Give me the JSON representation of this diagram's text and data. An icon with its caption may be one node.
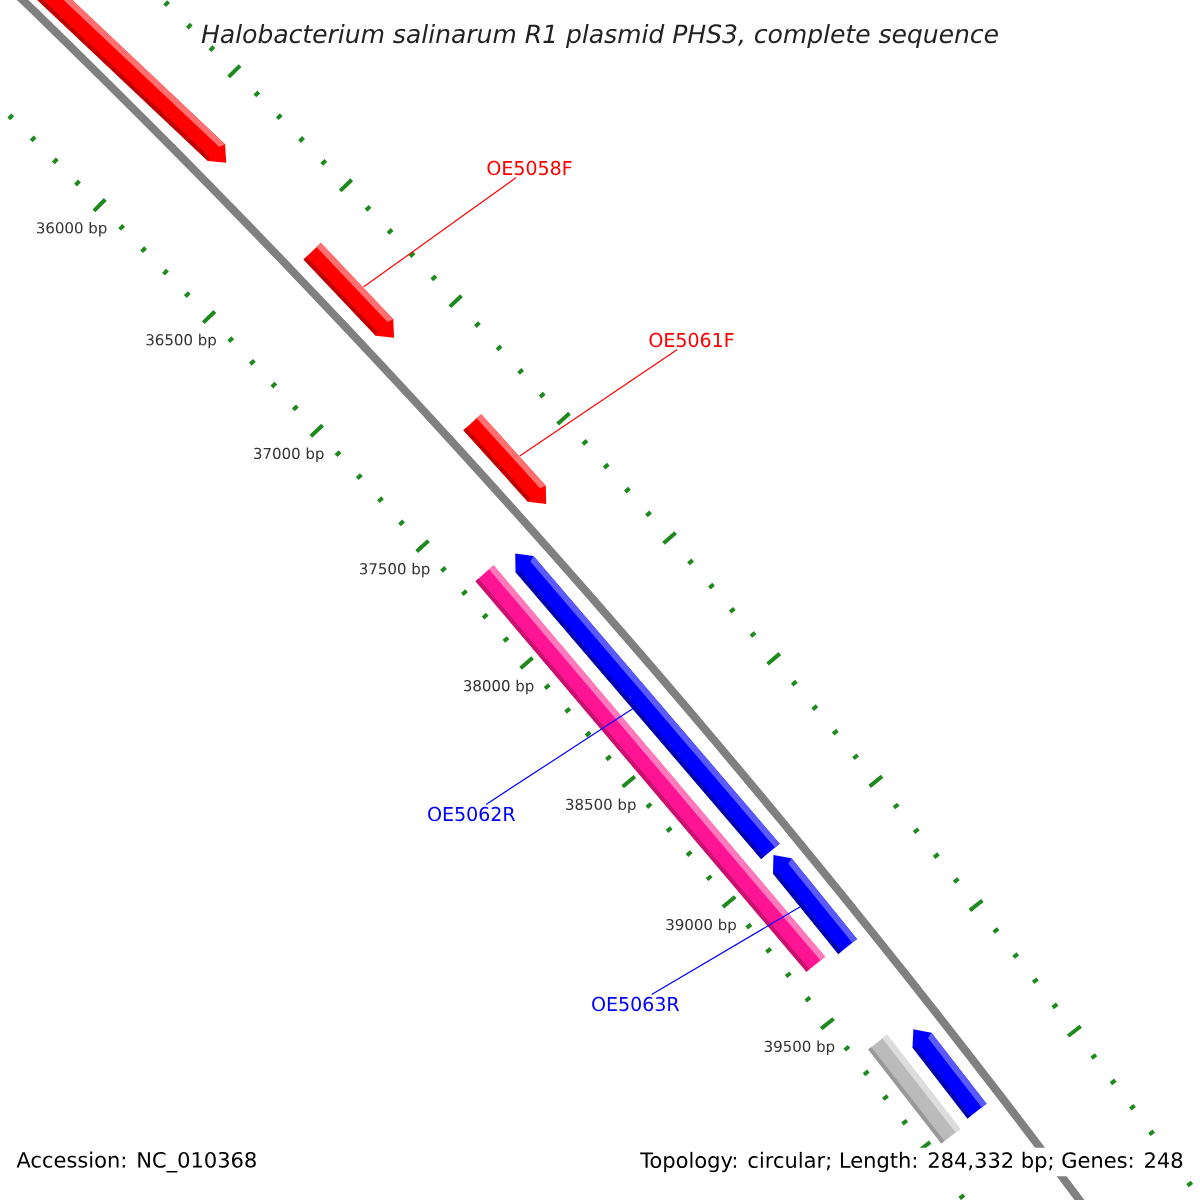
{
  "diagram": {
    "title": "Halobacterium salinarum R1 plasmid PHS3, complete sequence",
    "nodes": [
      {
        "text": [
          "OE5058F"
        ]
      },
      {
        "text": [],
        "shape": "arrow"
      },
      {
        "text": [
          "OE5061F"
        ]
      },
      {
        "text": [],
        "shape": "arrow"
      },
      {
        "text": [
          "OE5062R"
        ]
      },
      {
        "text": [],
        "shape": "arrow"
      },
      {
        "text": [
          "OE5063R"
        ]
      },
      {
        "text": [],
        "shape": "arrow"
      },
      {
        "text": [],
        "shape": "arrow"
      },
      {
        "text": [],
        "shape": "bar"
      },
      {
        "text": [],
        "shape": "bar"
      },
      {
        "text": [],
        "shape": "arrow"
      }
    ],
    "edges": [
      {
        "from": 0,
        "to": 1,
        "arrow": "none",
        "color": "#ff0000"
      },
      {
        "from": 2,
        "to": 3,
        "arrow": "none",
        "color": "#ff0000"
      },
      {
        "from": 4,
        "to": 5,
        "arrow": "none",
        "color": "#0000ff"
      },
      {
        "from": 6,
        "to": 7,
        "arrow": "none",
        "color": "#0000ff"
      }
    ],
    "labels": [
      "36000 bp",
      "36500 bp",
      "37000 bp",
      "37500 bp",
      "38000 bp",
      "38500 bp",
      "39000 bp",
      "39500 bp",
      "Accession: NC_010368",
      "Topology: circular; Length: 284,332 bp; Genes: 248"
    ]
  }
}
